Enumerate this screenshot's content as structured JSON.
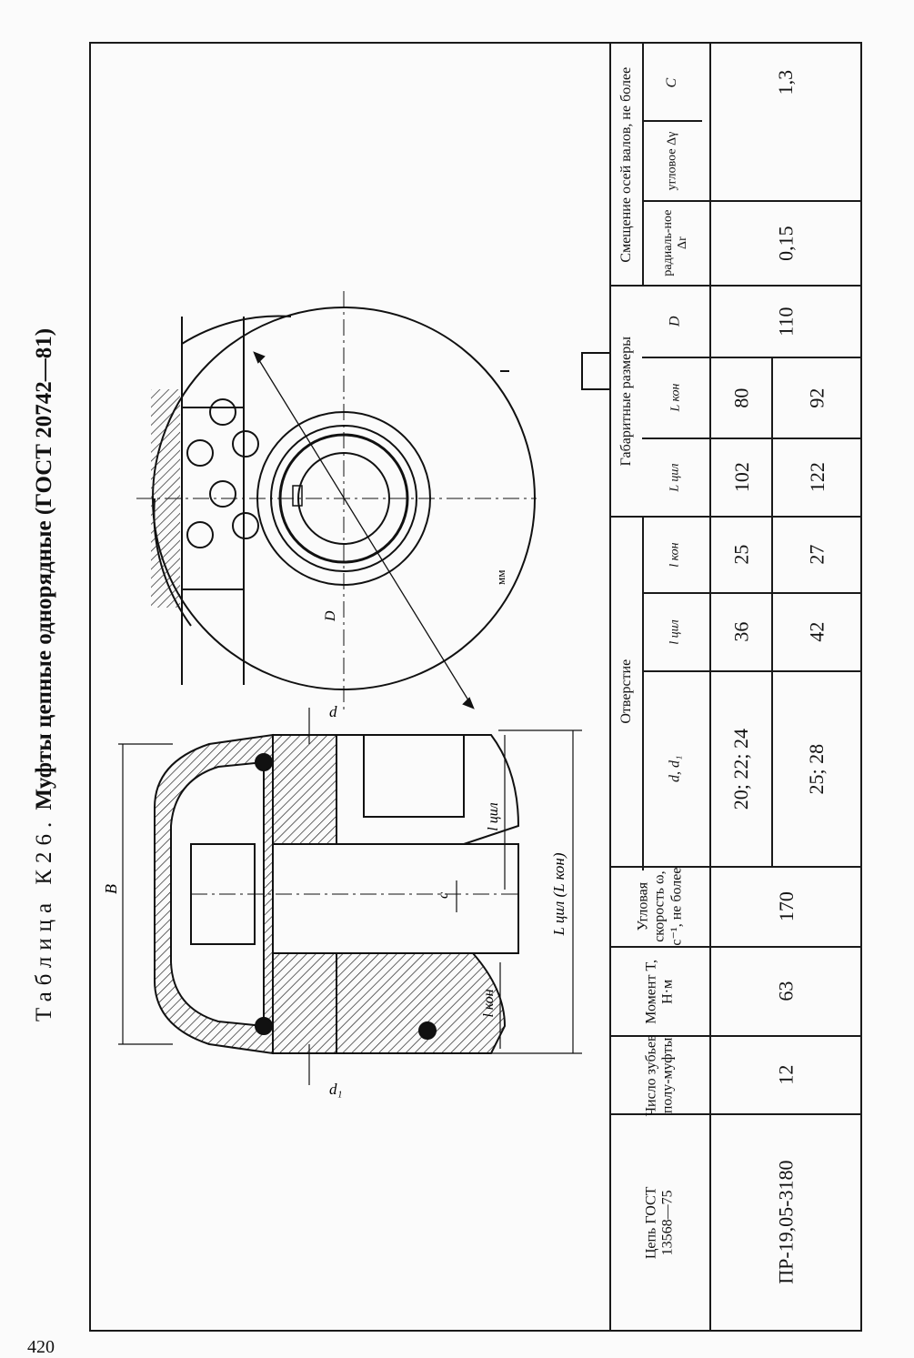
{
  "page_number": "420",
  "title": {
    "prefix": "Таблица К26.",
    "main": "Муфты цепные однорядные (ГОСТ 20742—81)"
  },
  "drawing": {
    "unit": "мм",
    "labels": {
      "B": "B",
      "L": "L цил (L кон)",
      "l_cyl": "l цил",
      "l_con": "l кон",
      "c": "c",
      "d": "d",
      "d1": "d₁",
      "D": "D"
    }
  },
  "table": {
    "headers": {
      "chain": "Цепь ГОСТ 13568—75",
      "teeth": "Число зубьев полу-муфты",
      "moment": "Момент T, Н·м",
      "speed": "Угловая скорость ω, с⁻¹, не более",
      "hole_group": "Отверстие",
      "d": "d, d₁",
      "l_cyl": "l цил",
      "l_con": "l кон",
      "dims_group": "Габаритные размеры",
      "L_cyl": "L цил",
      "L_con": "L кон",
      "D": "D",
      "offset_group": "Смещение осей валов, не более",
      "radial": "радиаль-ное Δr",
      "angular": "угловое Δγ",
      "C": "C"
    },
    "row": {
      "chain": "ПР-19,05-3180",
      "teeth": "12",
      "moment": "63",
      "speed": "170",
      "sub": [
        {
          "d": "20; 22; 24",
          "l_cyl": "36",
          "l_con": "25",
          "L_cyl": "102",
          "L_con": "80"
        },
        {
          "d": "25; 28",
          "l_cyl": "42",
          "l_con": "27",
          "L_cyl": "122",
          "L_con": "92"
        }
      ],
      "D": "110",
      "radial": "0,15",
      "angular": "",
      "C": "1,3"
    }
  }
}
